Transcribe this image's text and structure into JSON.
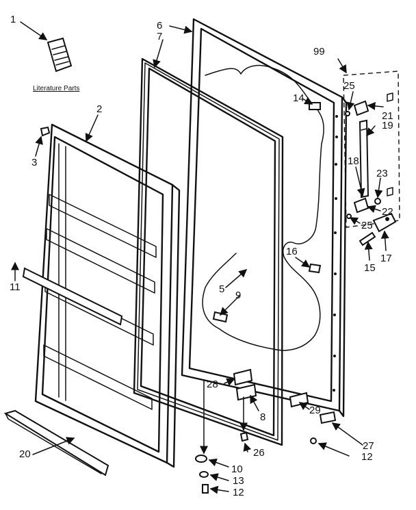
{
  "diagram": {
    "literature_caption": "Literature Parts",
    "callouts": {
      "c1": "1",
      "c2": "2",
      "c3": "3",
      "c5": "5",
      "c6": "6",
      "c7": "7",
      "c8": "8",
      "c9": "9",
      "c10": "10",
      "c11": "11",
      "c12a": "12",
      "c12b": "12",
      "c13": "13",
      "c14": "14",
      "c15": "15",
      "c16": "16",
      "c17": "17",
      "c18": "18",
      "c19": "19",
      "c20": "20",
      "c21": "21",
      "c22": "22",
      "c23": "23",
      "c25a": "25",
      "c25b": "25",
      "c26": "26",
      "c27": "27",
      "c28": "28",
      "c29": "29",
      "c99": "99"
    }
  }
}
